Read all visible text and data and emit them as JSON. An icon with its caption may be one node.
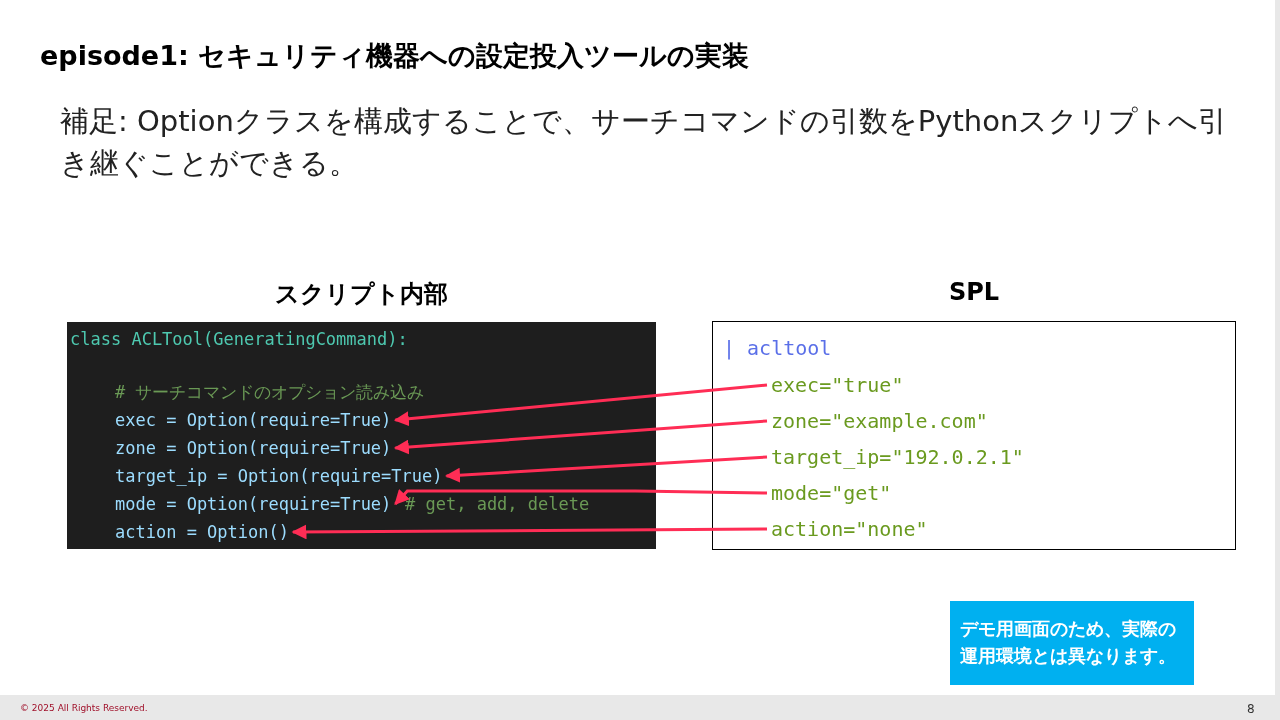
{
  "diagram": {
    "title": "episode1: セキュリティ機器への設定投入ツールの実装",
    "nodes": [
      {
        "text": [
          "スクリプト内部",
          "class ACLTool(GeneratingCommand):",
          "# サーチコマンドのオプション読み込み"
        ]
      },
      {
        "text": [
          "exec = Option(require=True)"
        ],
        "in": 0
      },
      {
        "text": [
          "zone = Option(require=True)"
        ],
        "in": 0
      },
      {
        "text": [
          "target_ip = Option(require=True)"
        ],
        "in": 0
      },
      {
        "text": [
          "mode = Option(require=True)"
        ],
        "in": 0,
        "beside": [
          "# get, add, delete"
        ]
      },
      {
        "text": [
          "action = Option()"
        ],
        "in": 0
      },
      {
        "text": [
          "SPL",
          "| acltool"
        ]
      },
      {
        "text": [
          "exec=\"true\""
        ],
        "in": 6
      },
      {
        "text": [
          "zone=\"example.com\""
        ],
        "in": 6
      },
      {
        "text": [
          "target_ip=\"192.0.2.1\""
        ],
        "in": 6
      },
      {
        "text": [
          "mode=\"get\""
        ],
        "in": 6
      },
      {
        "text": [
          "action=\"none\""
        ],
        "in": 6
      },
      {
        "text": [
          "デモ用画面のため、実際の運用環境とは異なります。"
        ]
      }
    ],
    "edges": [
      {
        "from": 7,
        "to": 1,
        "arrow": "to"
      },
      {
        "from": 8,
        "to": 2,
        "arrow": "to"
      },
      {
        "from": 9,
        "to": 3,
        "arrow": "to"
      },
      {
        "from": 10,
        "to": 4,
        "arrow": "to"
      },
      {
        "from": 11,
        "to": 5,
        "arrow": "to"
      }
    ],
    "labels": [
      "補足: Optionクラスを構成することで、サーチコマンドの引数をPythonスクリプトへ引き継ぐことができる。",
      "© 2025 All Rights Reserved.",
      "8"
    ]
  }
}
